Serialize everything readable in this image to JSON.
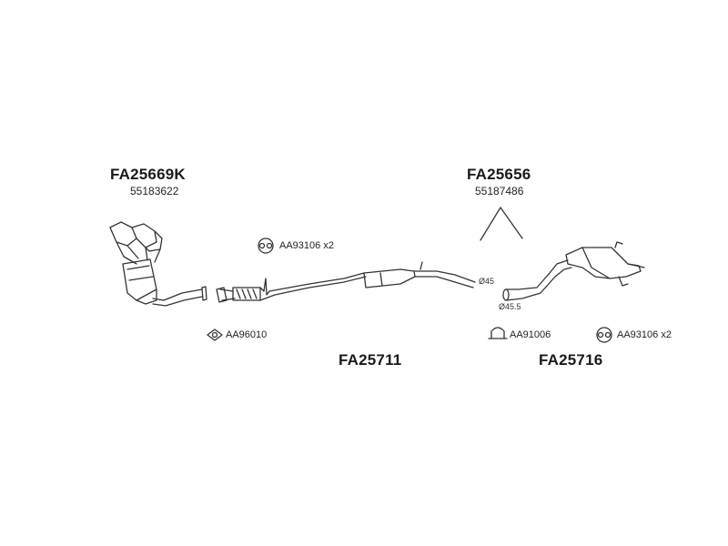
{
  "groups": [
    {
      "code": "FA25669K",
      "oem": "55183622"
    },
    {
      "code": "FA25656",
      "oem": "55187486"
    },
    {
      "code": "FA25711"
    },
    {
      "code": "FA25716"
    }
  ],
  "accessories": [
    {
      "ref": "AA93106 x2",
      "icon": "hanger-icon"
    },
    {
      "ref": "AA96010",
      "icon": "gasket-icon"
    },
    {
      "ref": "AA91006",
      "icon": "clamp-icon"
    },
    {
      "ref": "AA93106 x2",
      "icon": "hanger-icon"
    }
  ],
  "diameters": [
    "Ø45",
    "Ø45.5"
  ],
  "colors": {
    "line": "#333333",
    "text": "#1a1a1a"
  }
}
